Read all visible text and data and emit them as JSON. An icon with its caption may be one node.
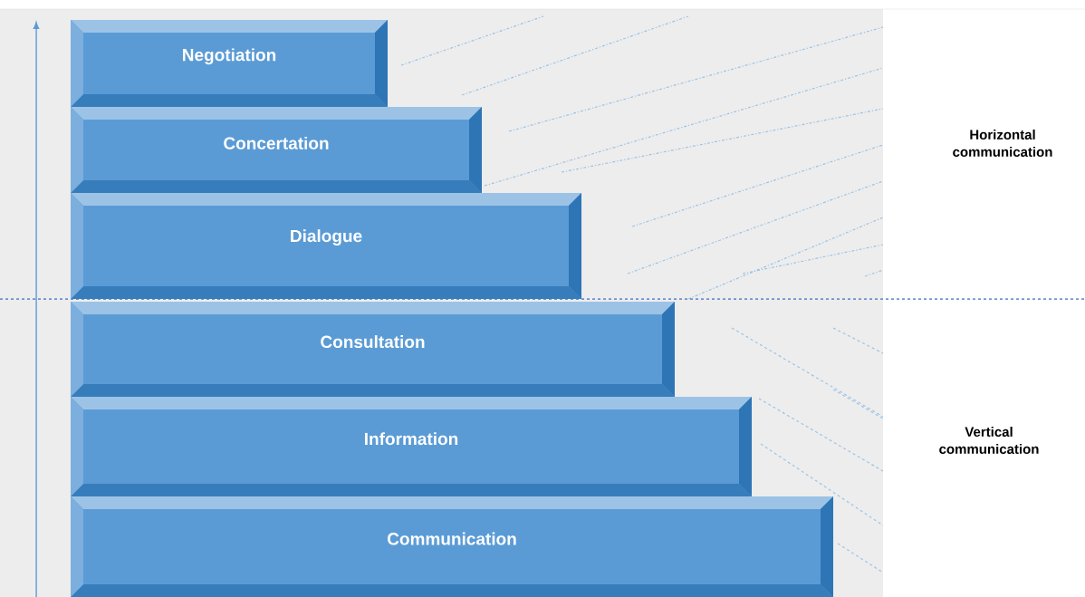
{
  "diagram": {
    "nodes": [
      {
        "text": [
          "Negotiation"
        ]
      },
      {
        "text": [
          "Concertation"
        ]
      },
      {
        "text": [
          "Dialogue"
        ]
      },
      {
        "text": [
          "Consultation"
        ]
      },
      {
        "text": [
          "Information"
        ]
      },
      {
        "text": [
          "Communication"
        ]
      }
    ],
    "labels": [
      "Horizontal communication",
      "Vertical communication"
    ]
  }
}
